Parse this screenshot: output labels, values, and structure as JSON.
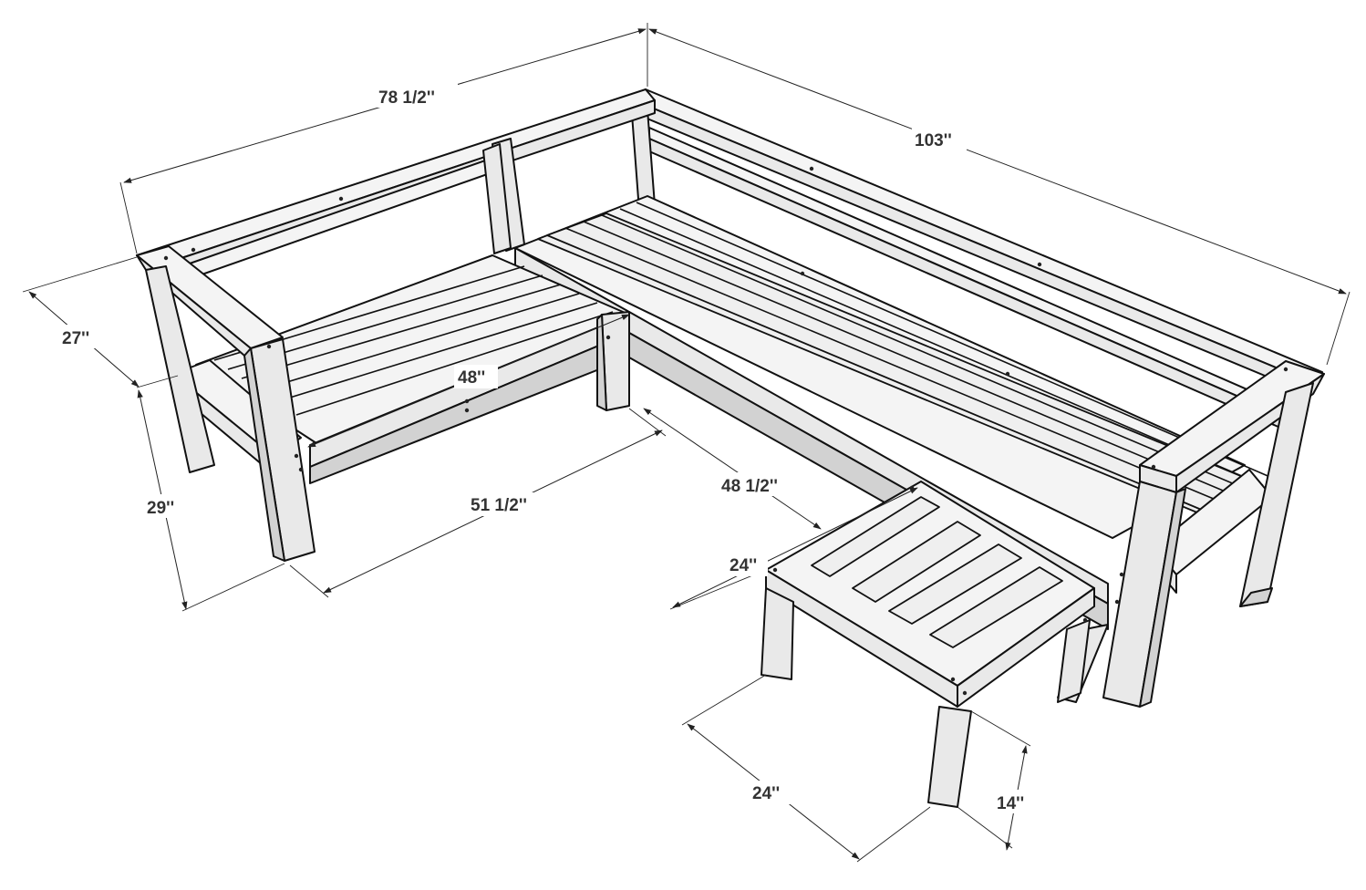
{
  "diagram": {
    "colors": {
      "wood": "#e9e9e9",
      "outline": "#111111",
      "dimension": "#333333"
    },
    "dimensions": {
      "back_long": "103''",
      "back_short": "78 1/2''",
      "depth_short": "27''",
      "seat_short_width": "48''",
      "height": "29''",
      "front_short": "51 1/2''",
      "front_long": "48 1/2''",
      "ottoman_width": "24''",
      "ottoman_depth": "24''",
      "ottoman_height": "14''"
    }
  }
}
